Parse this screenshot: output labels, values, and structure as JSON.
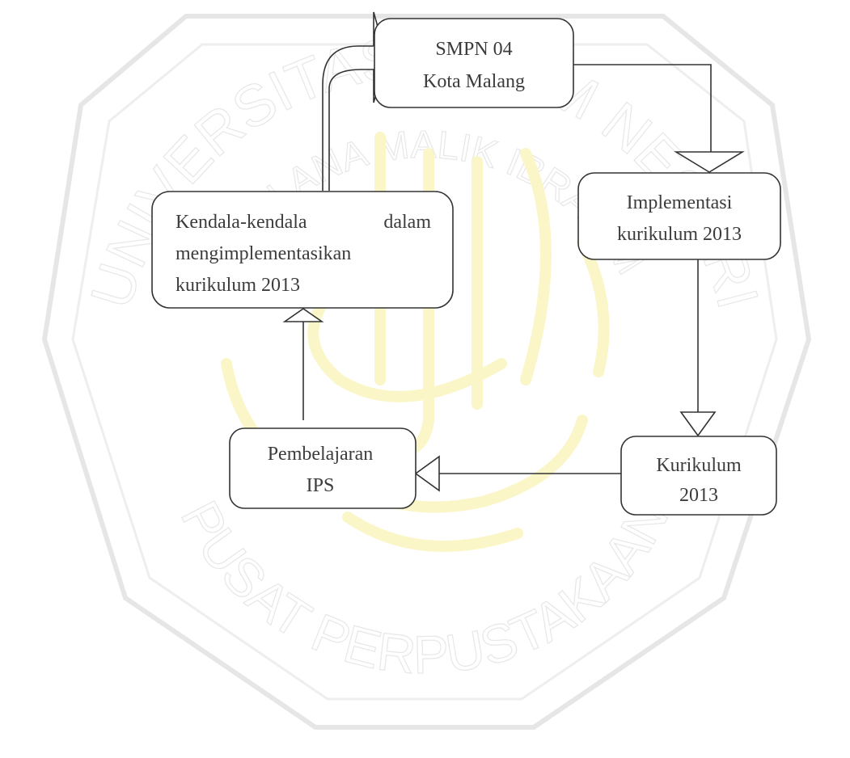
{
  "watermark": {
    "outer_text": "UNIVERSITAS ISLAM NEGERI",
    "inner_text": "MAULANA MALIK IBRAHIM",
    "bottom_text": "PUSAT PERPUSTAKAAN",
    "ring_color": "#e6e6e6",
    "calligraphy_color": "#fbf6c8"
  },
  "diagram": {
    "node_school": {
      "line1": "SMPN 04",
      "line2": "Kota Malang"
    },
    "node_implementation": {
      "line1": "Implementasi",
      "line2": "kurikulum 2013"
    },
    "node_curriculum": {
      "line1": "Kurikulum",
      "line2": "2013"
    },
    "node_learning": {
      "line1": "Pembelajaran",
      "line2": "IPS"
    },
    "node_obstacles": {
      "line1_a": "Kendala-kendala",
      "line1_b": "dalam",
      "line2": "mengimplementasikan",
      "line3": "kurikulum 2013"
    }
  }
}
